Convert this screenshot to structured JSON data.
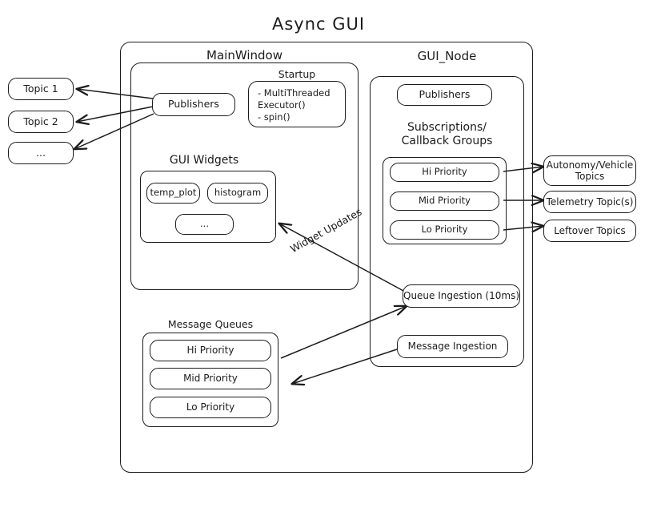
{
  "diagram": {
    "title": "Async  GUI",
    "type": "architecture-block-diagram"
  },
  "external_topics": {
    "left": [
      {
        "label": "Topic 1"
      },
      {
        "label": "Topic 2"
      },
      {
        "label": "..."
      }
    ],
    "right": [
      {
        "label": "Autonomy/Vehicle\nTopics"
      },
      {
        "label": "Telemetry Topic(s)"
      },
      {
        "label": "Leftover Topics"
      }
    ]
  },
  "main_window": {
    "title": "MainWindow",
    "publishers": {
      "label": "Publishers"
    },
    "startup": {
      "caption": "Startup",
      "items": "-  MultiThreaded\n    Executor()\n-  spin()"
    },
    "gui_widgets": {
      "caption": "GUI Widgets",
      "items": [
        {
          "label": "temp_plot"
        },
        {
          "label": "histogram"
        },
        {
          "label": "..."
        }
      ]
    },
    "message_queues": {
      "caption": "Message Queues",
      "items": [
        {
          "label": "Hi Priority"
        },
        {
          "label": "Mid Priority"
        },
        {
          "label": "Lo Priority"
        }
      ]
    }
  },
  "gui_node": {
    "title": "GUI_Node",
    "publishers": {
      "label": "Publishers"
    },
    "subscriptions": {
      "caption": "Subscriptions/\nCallback Groups",
      "items": [
        {
          "label": "Hi Priority"
        },
        {
          "label": "Mid Priority"
        },
        {
          "label": "Lo Priority"
        }
      ]
    },
    "queue_ingestion": {
      "label": "Queue Ingestion (10ms)"
    },
    "message_ingestion": {
      "label": "Message Ingestion"
    }
  },
  "annotations": {
    "widget_updates": "Widget Updates"
  },
  "colors": {
    "ink": "#1c1c1c",
    "background": "#ffffff"
  }
}
